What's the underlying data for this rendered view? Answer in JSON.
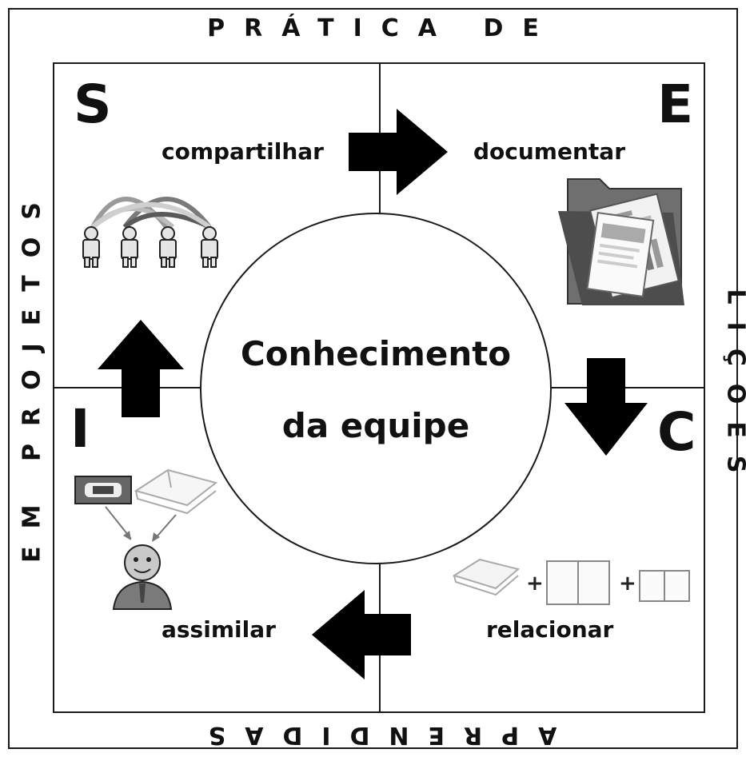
{
  "borders": {
    "top": "PRÁTICA DE",
    "left": "EM PROJETOS",
    "right": "LIÇÕES",
    "bottom": "APRENDIDAS"
  },
  "center": {
    "line1": "Conhecimento",
    "line2": "da equipe"
  },
  "quadrants": {
    "s": {
      "letter": "S",
      "label": "compartilhar"
    },
    "e": {
      "letter": "E",
      "label": "documentar"
    },
    "c": {
      "letter": "C",
      "label": "relacionar"
    },
    "i": {
      "letter": "I",
      "label": "assimilar"
    }
  },
  "plus_signs": [
    "+",
    "+"
  ],
  "colors": {
    "ink": "#111111",
    "line": "#1a1a1a",
    "icon_gray": "#8a8a8a"
  }
}
